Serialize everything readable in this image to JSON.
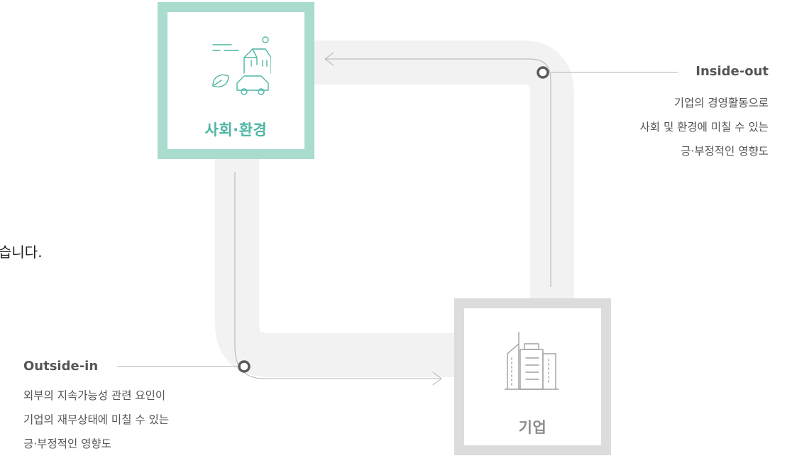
{
  "nodes": {
    "society": {
      "label": "사회·환경",
      "icon": "society-environment-icon",
      "color": "#a9dbcf"
    },
    "company": {
      "label": "기업",
      "icon": "building-icon",
      "color": "#dcdcdc"
    }
  },
  "inside_out": {
    "title": "Inside-out",
    "lines": [
      "기업의 경영활동으로",
      "사회 및 환경에 미칠 수 있는",
      "긍·부정적인 영향도"
    ]
  },
  "outside_in": {
    "title": "Outside-in",
    "lines": [
      "외부의 지속가능성 관련 요인이",
      "기업의 재무상태에 미칠 수 있는",
      "긍·부정적인 영향도"
    ]
  },
  "cut_text": "습니다.",
  "colors": {
    "track": "#f2f2f2",
    "line": "#b3b3b3",
    "dot": "#5a5a5a"
  }
}
